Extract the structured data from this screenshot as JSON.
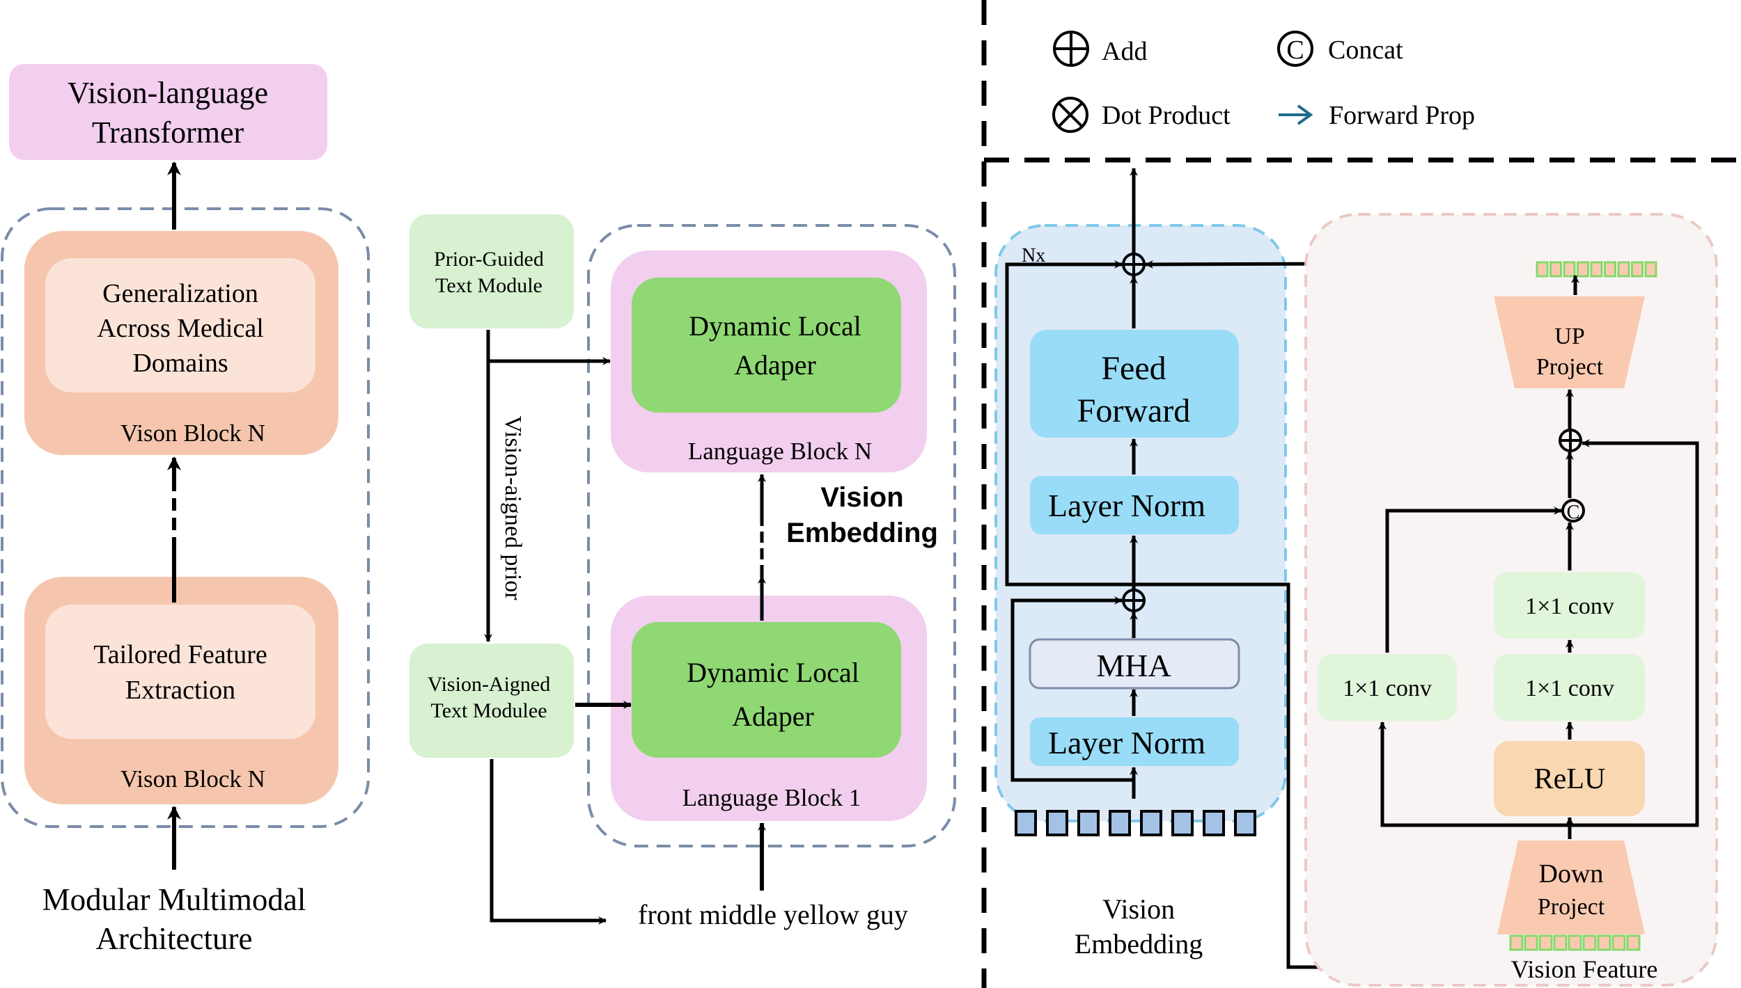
{
  "colors": {
    "pink_block": "#f2cfee",
    "salmon_outer": "#f5c6ad",
    "salmon_inner": "#fbe3d8",
    "green_light": "#d8f2d1",
    "green_dark": "#8fd874",
    "green_pale": "#e1f5db",
    "blue_panel": "#dce9f6",
    "blue_box": "#99dcf7",
    "blue_dash": "#7fc8ea",
    "pink_panel": "#f9f4f4",
    "pink_dash": "#ecc9c5",
    "slate_dash": "#7a8ca8",
    "mha_fill": "#e4ebf7",
    "mha_border": "#7f8ba8",
    "trapezoid": "#facab0",
    "relu": "#f9d7b0",
    "token_blue": "#a3c2e6",
    "token_orange": "#facab0",
    "token_green_border": "#86d86b",
    "forward_arrow": "#1f6b8e"
  },
  "left_panel": {
    "top_box": [
      "Vision-language",
      "Transformer"
    ],
    "block_top": {
      "inner": [
        "Generalization",
        "Across Medical",
        "Domains"
      ],
      "label": "Vison Block N"
    },
    "block_bottom": {
      "inner": [
        "Tailored Feature",
        "Extraction"
      ],
      "label": "Vison Block N"
    },
    "caption": [
      "Modular Multimodal",
      "Architecture"
    ]
  },
  "middle_panel": {
    "prior_guided": [
      "Prior-Guided",
      "Text Module"
    ],
    "vision_aligned": [
      "Vision-Aigned",
      "Text Modulee"
    ],
    "vertical_label": "Vision-aigned prior",
    "lang_block_top": {
      "inner": [
        "Dynamic Local",
        "Adaper"
      ],
      "label": "Language Block N"
    },
    "lang_block_bottom": {
      "inner": [
        "Dynamic Local",
        "Adaper"
      ],
      "label": "Language Block 1"
    },
    "side_label": [
      "Vision",
      "Embedding"
    ],
    "input_text": "front middle yellow guy"
  },
  "legend": {
    "items": [
      {
        "icon": "add-icon",
        "label": "Add"
      },
      {
        "icon": "concat-icon",
        "label": "Concat"
      },
      {
        "icon": "dot-product-icon",
        "label": "Dot Product"
      },
      {
        "icon": "forward-arrow-icon",
        "label": "Forward Prop"
      }
    ]
  },
  "transformer_panel": {
    "repeat_label": "Nx",
    "feed_forward": [
      "Feed",
      "Forward"
    ],
    "layer_norm_top": "Layer Norm",
    "mha": "MHA",
    "layer_norm_bottom": "Layer Norm",
    "token_count": 8,
    "caption": [
      "Vision",
      "Embedding"
    ]
  },
  "adapter_panel": {
    "up_project": [
      "UP",
      "Project"
    ],
    "down_project": [
      "Down",
      "Project"
    ],
    "conv_side": "1×1 conv",
    "conv_mid_top": "1×1 conv",
    "conv_mid_bottom": "1×1 conv",
    "relu": "ReLU",
    "token_count_top": 9,
    "token_count_bottom": 9,
    "caption": "Vision Feature",
    "concat_symbol": "C"
  }
}
